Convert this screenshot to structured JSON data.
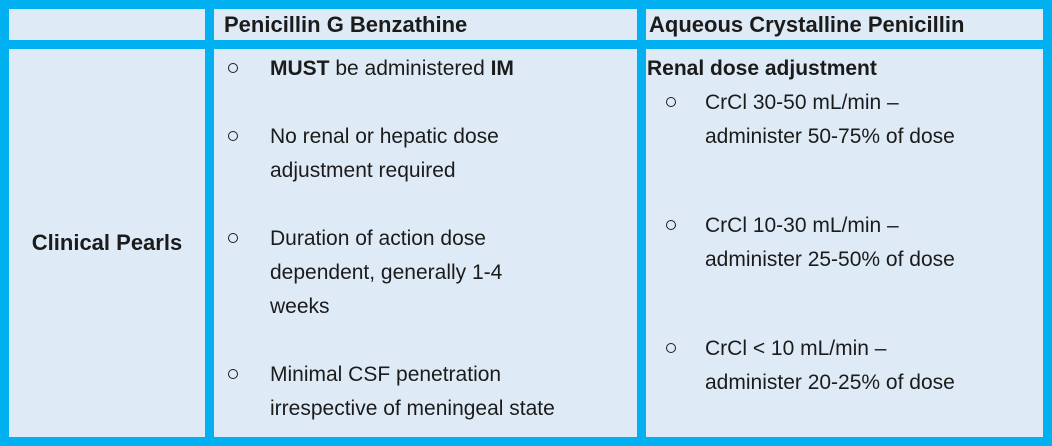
{
  "table": {
    "header": {
      "col2": "Penicillin G Benzathine",
      "col3": "Aqueous Crystalline Penicillin"
    },
    "row_label": "Clinical Pearls",
    "benzathine": {
      "bullet1": {
        "parts": [
          {
            "text": "MUST",
            "bold": true
          },
          {
            "text": " be administered ",
            "bold": false
          },
          {
            "text": "IM",
            "bold": true
          }
        ]
      },
      "bullet2": "No renal or hepatic dose\nadjustment required",
      "bullet3": "Duration of action dose\ndependent, generally 1-4\nweeks",
      "bullet4": "Minimal CSF penetration\nirrespective of meningeal state"
    },
    "aqueous": {
      "heading": "Renal dose adjustment",
      "bullet1": "CrCl 30-50 mL/min –\nadminister 50-75% of dose",
      "bullet2": "CrCl 10-30 mL/min –\nadminister 25-50% of dose",
      "bullet3": "CrCl < 10 mL/min –\nadminister 20-25% of dose"
    },
    "colors": {
      "border": "#00b0f0",
      "cell_background": "#deebf7",
      "text": "#1b1b1b"
    }
  }
}
